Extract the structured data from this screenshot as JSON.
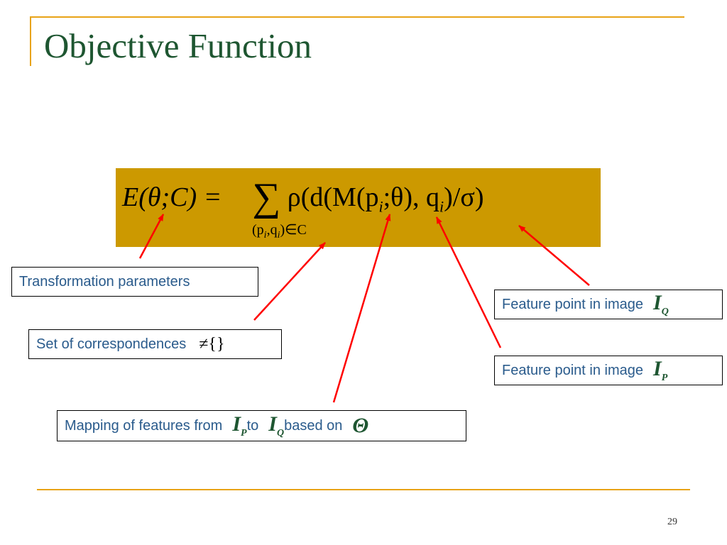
{
  "slide": {
    "title": "Objective Function",
    "page_number": "29"
  },
  "formula": {
    "lhs": "E(θ;C) =",
    "sum": "∑",
    "rho": "ρ(d(M(p",
    "i1": "i",
    "mid": ";θ), q",
    "i2": "i",
    "end": ")/σ)",
    "subscript_open": "(p",
    "subscript_i1": "i",
    "subscript_mid": ",q",
    "subscript_i2": "i",
    "subscript_close": ")∈C"
  },
  "labels": {
    "transformation": "Transformation parameters",
    "correspondences": "Set of correspondences",
    "correspondences_neq": "≠{}",
    "feature_q_text": "Feature point in image",
    "feature_q_symbol": "I",
    "feature_q_sub": "Q",
    "feature_p_text": "Feature point in image",
    "feature_p_symbol": "I",
    "feature_p_sub": "P",
    "mapping_prefix": "Mapping of features from",
    "mapping_p_symbol": "I",
    "mapping_p_sub": "P",
    "mapping_to": "to",
    "mapping_q_symbol": "I",
    "mapping_q_sub": "Q",
    "mapping_based_on": "based on",
    "mapping_theta": "Θ"
  },
  "colors": {
    "accent_rule": "#E8A317",
    "title": "#1E5631",
    "formula_box": "#CC9900",
    "label_text": "#2A5B8C",
    "arrow": "#FF0000"
  }
}
